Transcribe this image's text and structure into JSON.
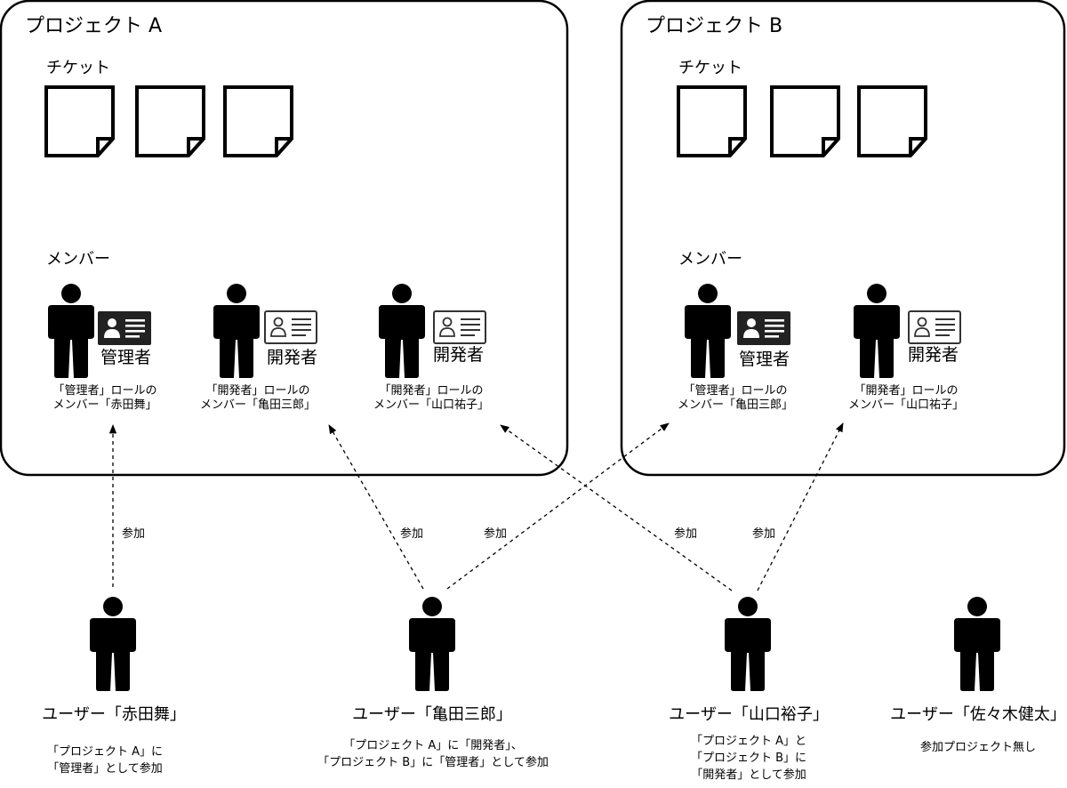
{
  "projects": [
    {
      "title": "プロジェクト A",
      "tickets_label": "チケット",
      "members_label": "メンバー",
      "members": [
        {
          "role": "管理者",
          "desc_line1": "「管理者」ロールの",
          "desc_line2": "メンバー「赤田舞」"
        },
        {
          "role": "開発者",
          "desc_line1": "「開発者」ロールの",
          "desc_line2": "メンバー「亀田三郎」"
        },
        {
          "role": "開発者",
          "desc_line1": "「開発者」ロールの",
          "desc_line2": "メンバー「山口祐子」"
        }
      ]
    },
    {
      "title": "プロジェクト B",
      "tickets_label": "チケット",
      "members_label": "メンバー",
      "members": [
        {
          "role": "管理者",
          "desc_line1": "「管理者」ロールの",
          "desc_line2": "メンバー「亀田三郎」"
        },
        {
          "role": "開発者",
          "desc_line1": "「開発者」ロールの",
          "desc_line2": "メンバー「山口祐子」"
        }
      ]
    }
  ],
  "join_label": "参加",
  "users": [
    {
      "name": "ユーザー「赤田舞」",
      "desc": [
        "「プロジェクト A」に",
        "「管理者」として参加"
      ]
    },
    {
      "name": "ユーザー「亀田三郎」",
      "desc": [
        "「プロジェクト A」に「開発者」、",
        "「プロジェクト B」に「管理者」として参加"
      ]
    },
    {
      "name": "ユーザー「山口裕子」",
      "desc": [
        "「プロジェクト A」と",
        "「プロジェクト B」に",
        "「開発者」として参加"
      ]
    },
    {
      "name": "ユーザー「佐々木健太」",
      "desc": [
        "参加プロジェクト無し"
      ]
    }
  ],
  "icons": {
    "person": "person-icon",
    "ticket": "ticket-icon",
    "role_card_admin": "id-card-dark-icon",
    "role_card_dev": "id-card-outline-icon"
  },
  "colors": {
    "ink": "#000000",
    "background": "#ffffff"
  }
}
